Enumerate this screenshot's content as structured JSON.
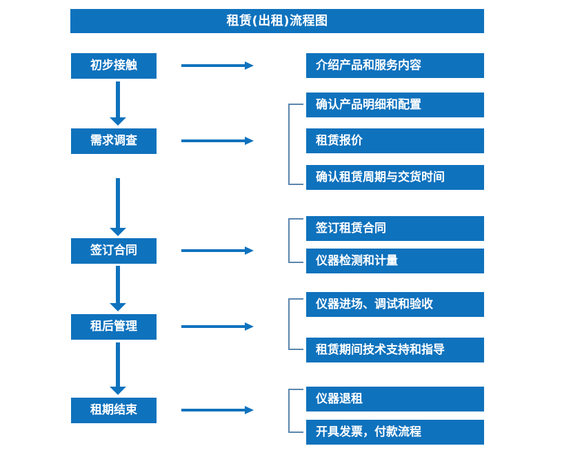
{
  "diagram": {
    "title": "租赁(出租)流程图",
    "accent_color": "#0f72bd",
    "bracket_color": "#5a86ad",
    "text_color": "#ffffff",
    "background_color": "#ffffff"
  },
  "stages": [
    {
      "label": "初步接触"
    },
    {
      "label": "需求调查"
    },
    {
      "label": "签订合同"
    },
    {
      "label": "租后管理"
    },
    {
      "label": "租期结束"
    }
  ],
  "details": [
    {
      "label": "介绍产品和服务内容"
    },
    {
      "label": "确认产品明细和配置"
    },
    {
      "label": "租赁报价"
    },
    {
      "label": "确认租赁周期与交货时间"
    },
    {
      "label": "签订租赁合同"
    },
    {
      "label": "仪器检测和计量"
    },
    {
      "label": "仪器进场、调试和验收"
    },
    {
      "label": "租赁期间技术支持和指导"
    },
    {
      "label": "仪器退租"
    },
    {
      "label": "开具发票，付款流程"
    }
  ],
  "connectors": {
    "vertical_arrow_count": 4,
    "horizontal_arrow_count": 5,
    "bracket_count": 4
  }
}
